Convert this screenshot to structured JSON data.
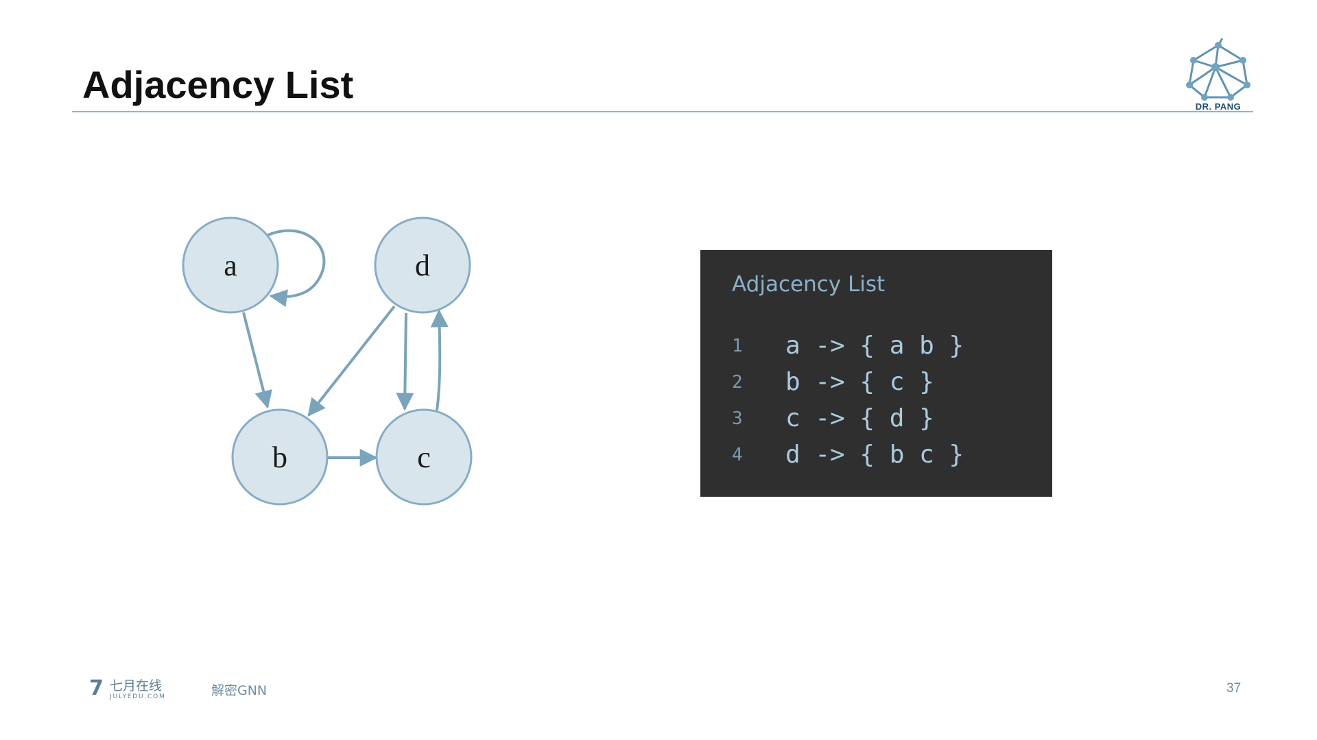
{
  "slide": {
    "title": "Adjacency List",
    "page_number": "37",
    "footer_course": "解密GNN",
    "rule_color": "#8fb4c6"
  },
  "logo": {
    "text": "DR. PANG",
    "icon": "network-polyhedron-icon"
  },
  "footer_logo": {
    "mark": "7",
    "brand": "七月在线",
    "sub": "JULYEDU.COM",
    "icon": "julyedu-logo-icon"
  },
  "graph": {
    "node_fill": "#d9e5ed",
    "node_stroke": "#86adc4",
    "edge_color": "#7aa3bc",
    "nodes": [
      {
        "id": "a",
        "label": "a"
      },
      {
        "id": "b",
        "label": "b"
      },
      {
        "id": "c",
        "label": "c"
      },
      {
        "id": "d",
        "label": "d"
      }
    ],
    "edges": [
      {
        "from": "a",
        "to": "a"
      },
      {
        "from": "a",
        "to": "b"
      },
      {
        "from": "b",
        "to": "c"
      },
      {
        "from": "c",
        "to": "d"
      },
      {
        "from": "d",
        "to": "b"
      },
      {
        "from": "d",
        "to": "c"
      }
    ]
  },
  "code_panel": {
    "title": "Adjacency List",
    "background": "#2f2f2f",
    "lines": [
      {
        "number": "1",
        "code": "a -> { a b }"
      },
      {
        "number": "2",
        "code": "b -> { c }"
      },
      {
        "number": "3",
        "code": "c -> { d }"
      },
      {
        "number": "4",
        "code": "d -> { b c }"
      }
    ]
  }
}
